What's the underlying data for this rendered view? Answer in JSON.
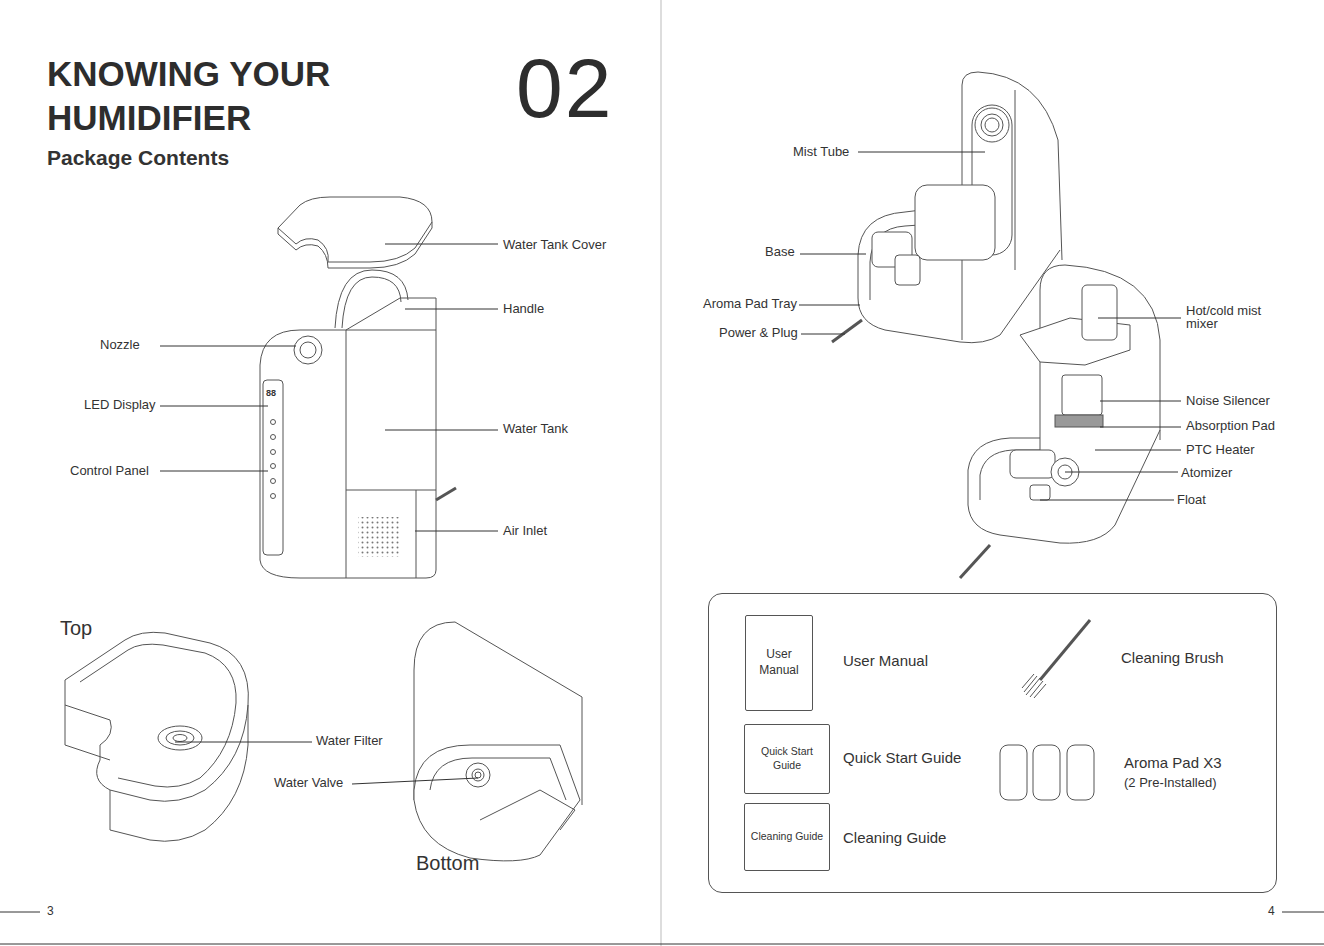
{
  "diagram": {
    "title": "KNOWING YOUR HUMIDIFIER",
    "nodes": [
      {
        "text": [
          "User Manual",
          "Quick Start Guide",
          "Cleaning Guide",
          "Cleaning Brush",
          "Aroma Pad X3",
          "(2 Pre-Installed)"
        ]
      },
      {
        "text": [
          "User Manual"
        ],
        "in": 0
      },
      {
        "text": [
          "Quick Start Guide"
        ],
        "in": 0
      },
      {
        "text": [
          "Cleaning Guide"
        ],
        "in": 0
      }
    ],
    "labels": [
      "02",
      "Package Contents",
      "Water Tank Cover",
      "Handle",
      "Nozzle",
      "LED Display",
      "Water Tank",
      "Control Panel",
      "Air Inlet",
      "Top",
      "Water Filter",
      "Water Valve",
      "Bottom",
      "3",
      "Mist Tube",
      "Base",
      "Aroma Pad Tray",
      "Power & Plug",
      "Hot/cold mist mixer",
      "Noise Silencer",
      "Absorption Pad",
      "PTC Heater",
      "Atomizer",
      "Float",
      "4",
      "88"
    ]
  }
}
